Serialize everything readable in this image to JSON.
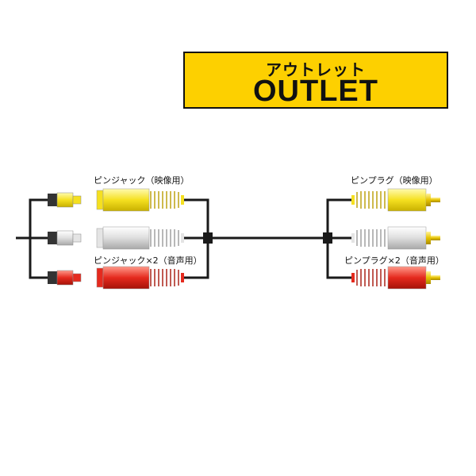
{
  "banner": {
    "kana": "アウトレット",
    "latin": "OUTLET",
    "background": "#fdd000"
  },
  "labels": {
    "jack_video": "ピンジャック（映像用）",
    "jack_audio": "ピンジャック×2（音声用）",
    "plug_video": "ピンプラグ（映像用）",
    "plug_audio": "ピンプラグ×2（音声用）"
  },
  "colors": {
    "yellow": "#f5e020",
    "white": "#e4e4e4",
    "red": "#e52a1e",
    "cable": "#1a1a1a"
  }
}
